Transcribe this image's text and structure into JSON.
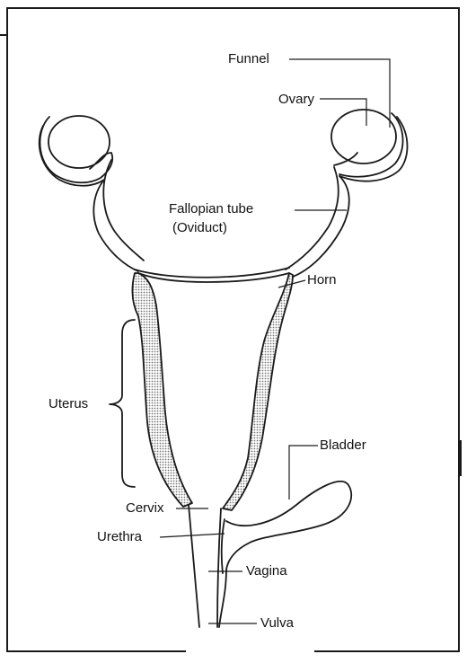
{
  "diagram": {
    "labels": {
      "funnel": "Funnel",
      "ovary": "Ovary",
      "fallopian_tube": "Fallopian tube",
      "oviduct": "(Oviduct)",
      "horn": "Horn",
      "uterus": "Uterus",
      "bladder": "Bladder",
      "cervix": "Cervix",
      "urethra": "Urethra",
      "vagina": "Vagina",
      "vulva": "Vulva"
    },
    "colors": {
      "ink": "#1a1a1a",
      "shading": "#9a9a9a",
      "paper": "#ffffff"
    }
  }
}
